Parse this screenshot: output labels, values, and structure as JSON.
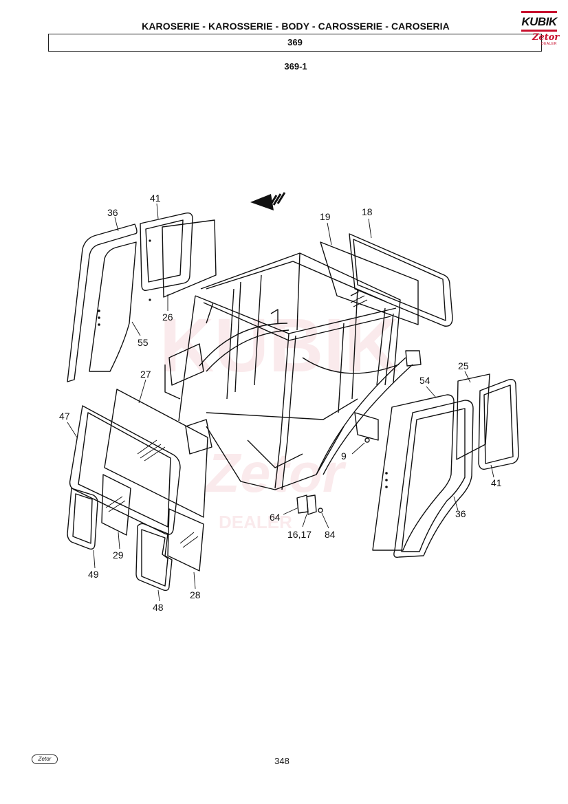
{
  "header": {
    "title": "KAROSERIE - KAROSSERIE - BODY - CAROSSERIE - CAROSERIA",
    "group_number": "369",
    "sub_number": "369-1"
  },
  "logo": {
    "brand": "KUBIK",
    "sub_brand": "Zetor",
    "dealer": "DEALER"
  },
  "watermark": {
    "brand": "KUBIK",
    "sub_brand": "Zetor",
    "dealer": "DEALER"
  },
  "callouts": {
    "c36_left": "36",
    "c41_top": "41",
    "c19": "19",
    "c18": "18",
    "c26": "26",
    "c55": "55",
    "c27": "27",
    "c47": "47",
    "c25": "25",
    "c54": "54",
    "c9": "9",
    "c41_right": "41",
    "c36_right": "36",
    "c64": "64",
    "c16_17": "16,17",
    "c84": "84",
    "c29": "29",
    "c49": "49",
    "c28": "28",
    "c48": "48"
  },
  "footer": {
    "page_number": "348",
    "footer_logo": "Zetor"
  }
}
